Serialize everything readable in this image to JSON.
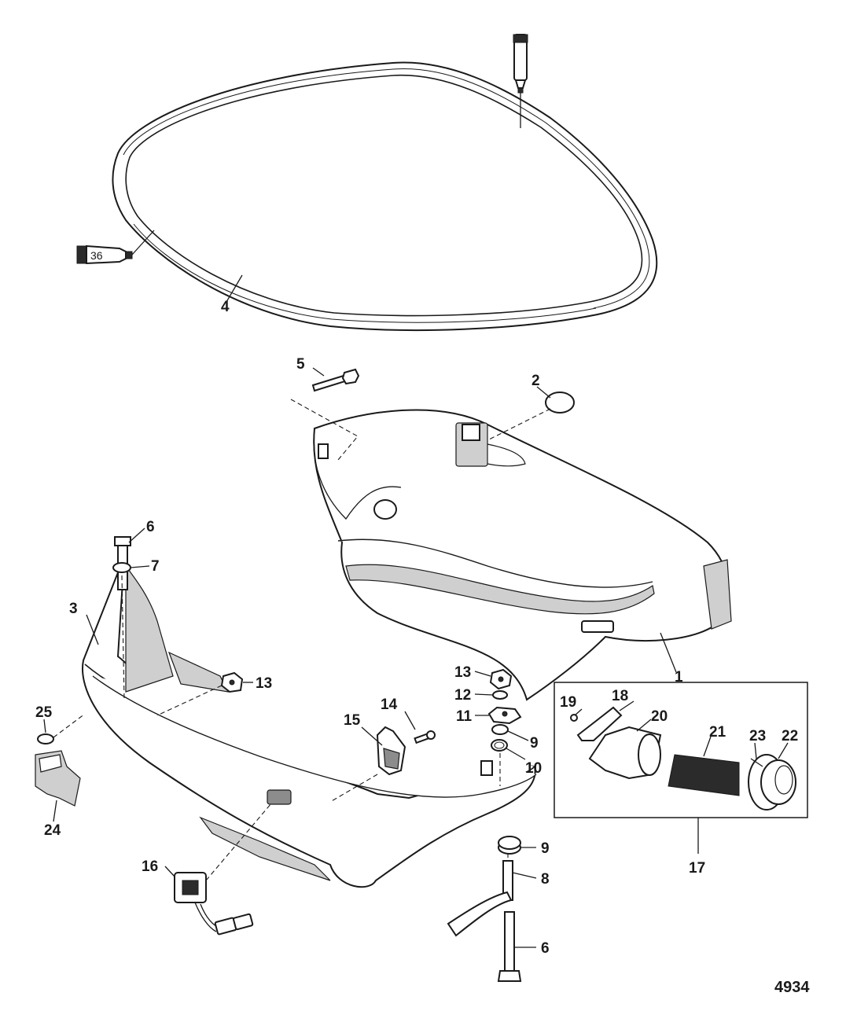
{
  "figure_number": "4934",
  "tube_label": "36",
  "callouts": {
    "c1": "1",
    "c2": "2",
    "c3": "3",
    "c4": "4",
    "c5": "5",
    "c6a": "6",
    "c6b": "6",
    "c7": "7",
    "c8": "8",
    "c9a": "9",
    "c9b": "9",
    "c10": "10",
    "c11": "11",
    "c12": "12",
    "c13a": "13",
    "c13b": "13",
    "c14": "14",
    "c15": "15",
    "c16": "16",
    "c17": "17",
    "c18": "18",
    "c19": "19",
    "c20": "20",
    "c21": "21",
    "c22": "22",
    "c23": "23",
    "c24": "24",
    "c25": "25"
  }
}
